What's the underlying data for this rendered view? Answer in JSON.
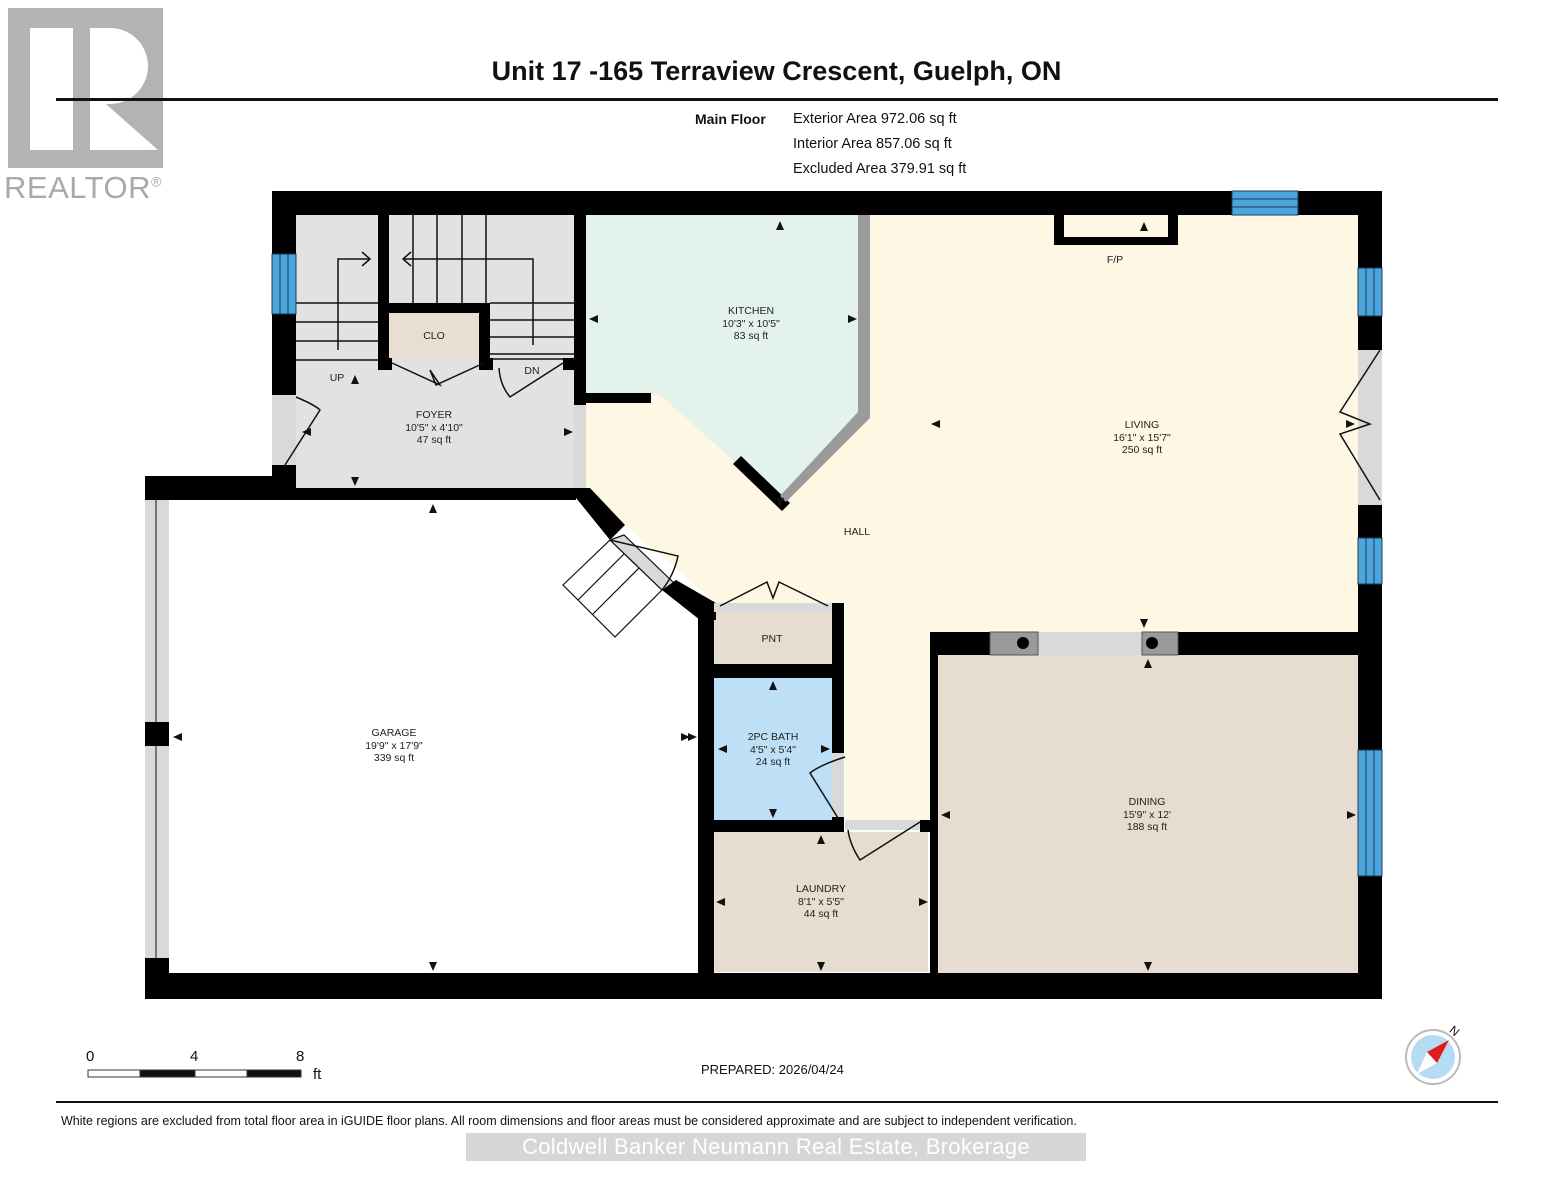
{
  "logo": {
    "brand": "REALTOR",
    "registered": "®"
  },
  "header": {
    "title": "Unit 17 -165 Terraview Crescent, Guelph, ON"
  },
  "summary": {
    "floor": "Main Floor",
    "exterior_area": "Exterior Area 972.06 sq ft",
    "interior_area": "Interior Area 857.06 sq ft",
    "excluded_area": "Excluded Area 379.91 sq ft"
  },
  "rooms": {
    "kitchen": {
      "name": "KITCHEN",
      "dims": "10'3\" x 10'5\"",
      "area": "83 sq ft"
    },
    "living": {
      "name": "LIVING",
      "dims": "16'1\" x 15'7\"",
      "area": "250 sq ft"
    },
    "foyer": {
      "name": "FOYER",
      "dims": "10'5\" x 4'10\"",
      "area": "47 sq ft"
    },
    "garage": {
      "name": "GARAGE",
      "dims": "19'9\" x 17'9\"",
      "area": "339 sq ft"
    },
    "bath": {
      "name": "2PC BATH",
      "dims": "4'5\" x 5'4\"",
      "area": "24 sq ft"
    },
    "laundry": {
      "name": "LAUNDRY",
      "dims": "8'1\" x 5'5\"",
      "area": "44 sq ft"
    },
    "dining": {
      "name": "DINING",
      "dims": "15'9\" x 12'",
      "area": "188 sq ft"
    },
    "hall": {
      "name": "HALL"
    },
    "closet": {
      "name": "CLO"
    },
    "pantry": {
      "name": "PNT"
    },
    "fireplace": {
      "name": "F/P"
    },
    "stairs_up": {
      "name": "UP"
    },
    "stairs_down": {
      "name": "DN"
    }
  },
  "colors": {
    "wall": "#000000",
    "window": "#4aa6dd",
    "kitchen": "#e4f2ec",
    "living_hall": "#fdf7e3",
    "foyer": "#e2e2e2",
    "dining_laundry_pantry": "#e6ddd0",
    "bath": "#bde0f7",
    "closet": "#e9dfd0"
  },
  "scale": {
    "ticks": [
      "0",
      "4",
      "8"
    ],
    "unit": "ft"
  },
  "footer": {
    "prepared": "PREPARED: 2026/04/24",
    "disclaimer": "White regions are excluded from total floor area in iGUIDE floor plans. All room dimensions and floor areas must be considered approximate and are subject to independent verification.",
    "watermark": "Coldwell Banker Neumann Real Estate, Brokerage"
  },
  "compass": {
    "label": "N"
  }
}
